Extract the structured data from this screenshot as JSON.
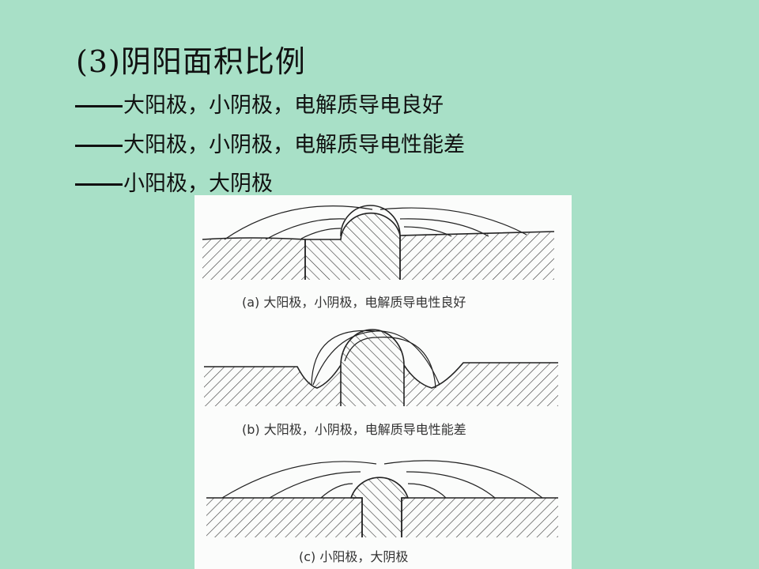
{
  "slide": {
    "title": "(3)阴阳面积比例",
    "bullets": [
      {
        "text": "大阳极，小阴极，电解质导电良好"
      },
      {
        "text": "大阳极，小阴极，电解质导电性能差"
      },
      {
        "text": "小阳极，大阴极"
      }
    ],
    "background_color": "#a8e0c7"
  },
  "figure": {
    "panels": [
      {
        "caption": "(a)  大阳极，小阴极，电解质导电性良好"
      },
      {
        "caption": "(b)  大阳极，小阴极，电解质导电性能差"
      },
      {
        "caption": "(c)  小阳极，大阴极"
      }
    ]
  }
}
